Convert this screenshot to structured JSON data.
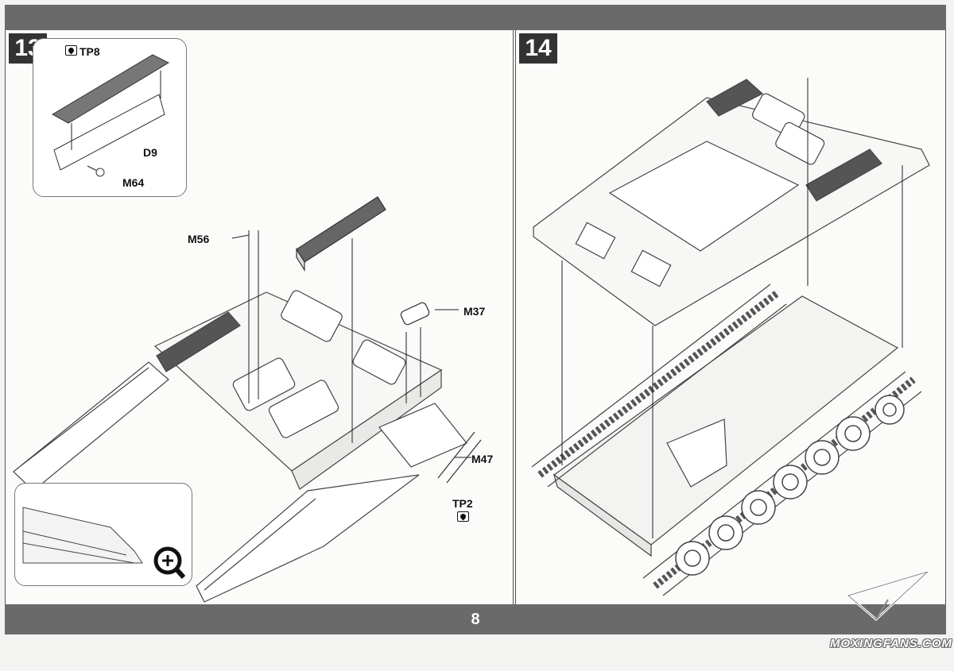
{
  "page": {
    "number": "8",
    "watermark": "MOXINGFANS.COM"
  },
  "step13": {
    "badge": "13",
    "labels": {
      "tp8": "TP8",
      "d9": "D9",
      "m64": "M64",
      "m56": "M56",
      "m37": "M37",
      "m47": "M47",
      "tp2": "TP2"
    },
    "paint_icon": "paint-drop-icon",
    "zoom_icon": "magnifier-plus-icon"
  },
  "step14": {
    "badge": "14"
  }
}
